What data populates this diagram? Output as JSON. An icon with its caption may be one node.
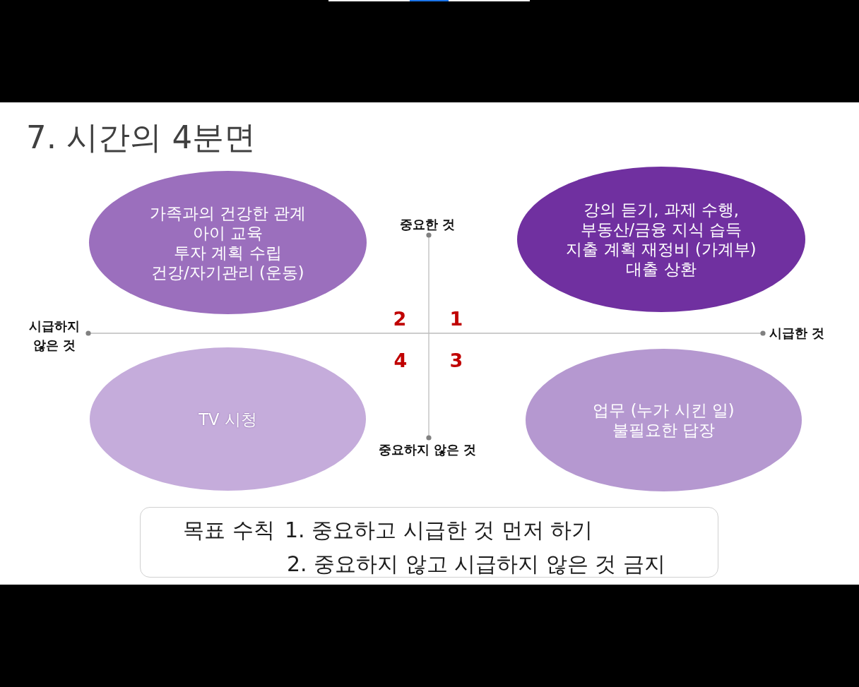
{
  "diagram": {
    "title": "7. 시간의 4분면",
    "nodes": [
      {
        "text": [
          "가족과의 건강한 관계",
          "아이 교육",
          "투자 계획 수립",
          "건강/자기관리 (운동)"
        ]
      },
      {
        "text": [
          "강의 듣기, 과제 수행,",
          "부동산/금융 지식 습득",
          "지출 계획 재정비 (가계부)",
          "대출 상환"
        ]
      },
      {
        "text": [
          "TV 시청"
        ]
      },
      {
        "text": [
          "업무 (누가 시킨 일)",
          "불필요한 답장"
        ]
      },
      {
        "text": [
          "목표 수칙",
          "1. 중요하고 시급한 것 먼저 하기",
          "2. 중요하지 않고 시급하지 않은 것 금지"
        ]
      }
    ],
    "labels": [
      "중요한 것",
      "2",
      "1",
      "시급하지 않은 것",
      "시급한 것",
      "4",
      "3",
      "중요하지 않은 것"
    ]
  }
}
